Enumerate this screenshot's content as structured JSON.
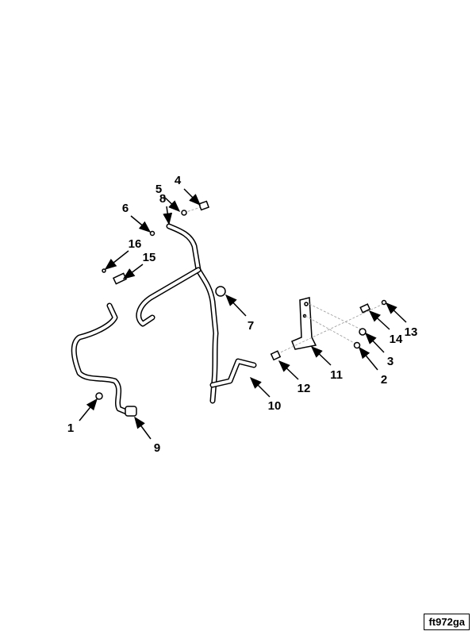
{
  "figure_id": "ft972ga",
  "callouts": [
    "1",
    "2",
    "3",
    "4",
    "5",
    "6",
    "7",
    "8",
    "9",
    "10",
    "11",
    "12",
    "13",
    "14",
    "15",
    "16"
  ]
}
